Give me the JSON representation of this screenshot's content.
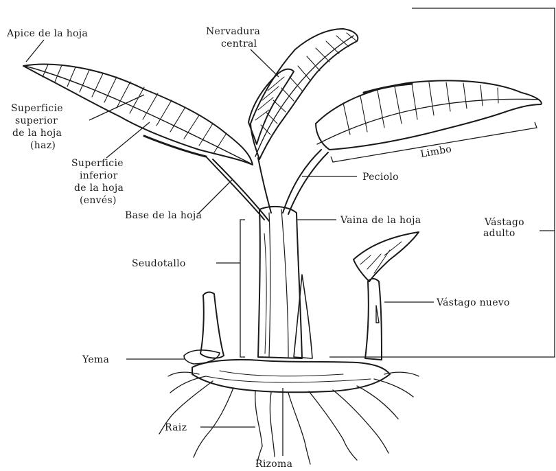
{
  "labels": {
    "apice": "Apice de la hoja",
    "nervadura_1": "Nervadura",
    "nervadura_2": "central",
    "haz_1": "Superficie",
    "haz_2": "superior",
    "haz_3": "de la hoja",
    "haz_4": "(haz)",
    "enves_1": "Superficie",
    "enves_2": "inferior",
    "enves_3": "de la hoja",
    "enves_4": "(envés)",
    "limbo": "Limbo",
    "peciolo": "Peciolo",
    "base": "Base de la hoja",
    "vaina": "Vaina de la hoja",
    "vastago_adulto_1": "Vástago",
    "vastago_adulto_2": "adulto",
    "seudotallo": "Seudotallo",
    "vastago_nuevo": "Vástago nuevo",
    "yema": "Yema",
    "raiz": "Raiz",
    "rizoma": "Rizoma"
  },
  "colors": {
    "ink": "#1a1a1a",
    "background": "#ffffff"
  }
}
